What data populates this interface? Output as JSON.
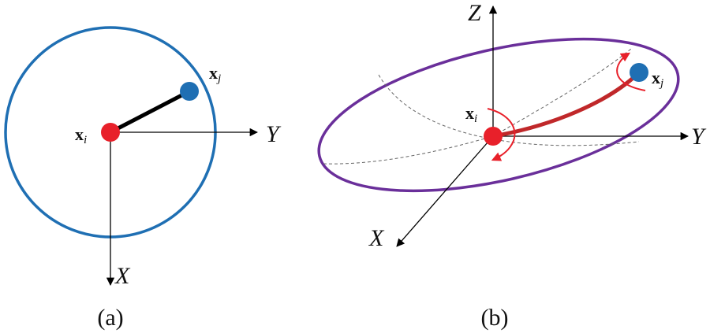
{
  "panel_a": {
    "caption": "(a)",
    "axis_y": "Y",
    "axis_x": "X",
    "point_i": {
      "main": "x",
      "sub": "i"
    },
    "point_j": {
      "main": "x",
      "sub": "j"
    }
  },
  "panel_b": {
    "caption": "(b)",
    "axis_z": "Z",
    "axis_y": "Y",
    "axis_x": "X",
    "point_i": {
      "main": "x",
      "sub": "i"
    },
    "point_j": {
      "main": "x",
      "sub": "j"
    }
  },
  "colors": {
    "circle_outline": "#1f6fb3",
    "ellipse_outline": "#6a2f9a",
    "point_red": "#e8202a",
    "point_blue": "#1f6fb3",
    "link_black": "#000000",
    "link_red": "#c0282a",
    "rotation_arrow": "#e8202a"
  }
}
